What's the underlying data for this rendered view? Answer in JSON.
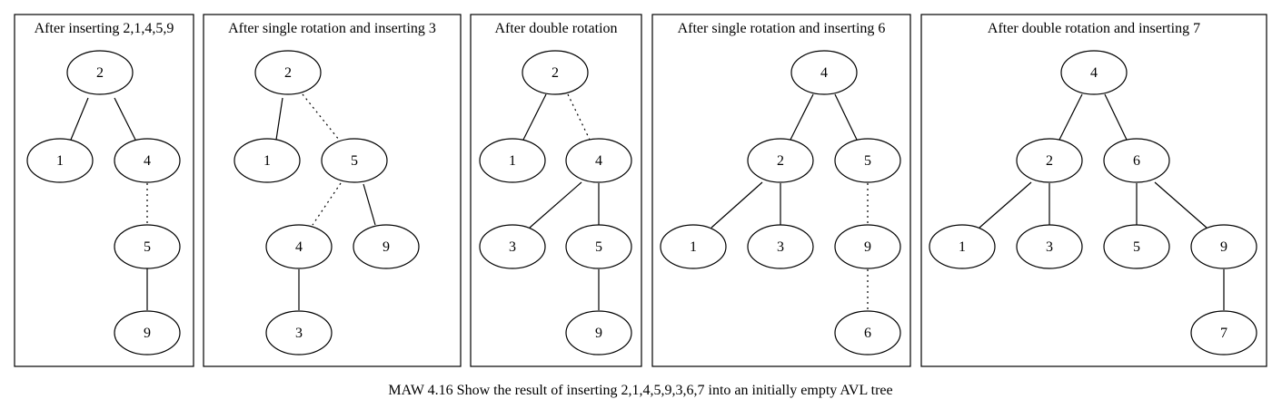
{
  "caption": "MAW 4.16 Show the result of inserting 2,1,4,5,9,3,6,7 into an initially empty AVL tree",
  "panels": [
    {
      "title": "After inserting 2,1,4,5,9",
      "nodes": [
        "2",
        "1",
        "4",
        "5",
        "9"
      ],
      "edges": [
        {
          "from": "2",
          "to": "1",
          "style": "solid"
        },
        {
          "from": "2",
          "to": "4",
          "style": "solid"
        },
        {
          "from": "4",
          "to": "5",
          "style": "dotted"
        },
        {
          "from": "5",
          "to": "9",
          "style": "solid"
        }
      ]
    },
    {
      "title": "After single rotation and inserting 3",
      "nodes": [
        "2",
        "1",
        "5",
        "4",
        "9",
        "3"
      ],
      "edges": [
        {
          "from": "2",
          "to": "1",
          "style": "solid"
        },
        {
          "from": "2",
          "to": "5",
          "style": "dotted"
        },
        {
          "from": "5",
          "to": "4",
          "style": "dotted"
        },
        {
          "from": "5",
          "to": "9",
          "style": "solid"
        },
        {
          "from": "4",
          "to": "3",
          "style": "solid"
        }
      ]
    },
    {
      "title": "After double rotation",
      "nodes": [
        "2",
        "1",
        "4",
        "3",
        "5",
        "9"
      ],
      "edges": [
        {
          "from": "2",
          "to": "1",
          "style": "solid"
        },
        {
          "from": "2",
          "to": "4",
          "style": "dotted"
        },
        {
          "from": "4",
          "to": "3",
          "style": "solid"
        },
        {
          "from": "4",
          "to": "5",
          "style": "solid"
        },
        {
          "from": "5",
          "to": "9",
          "style": "solid"
        }
      ]
    },
    {
      "title": "After single rotation and inserting 6",
      "nodes": [
        "4",
        "2",
        "5",
        "1",
        "3",
        "9",
        "6"
      ],
      "edges": [
        {
          "from": "4",
          "to": "2",
          "style": "solid"
        },
        {
          "from": "4",
          "to": "5",
          "style": "solid"
        },
        {
          "from": "2",
          "to": "1",
          "style": "solid"
        },
        {
          "from": "2",
          "to": "3",
          "style": "solid"
        },
        {
          "from": "5",
          "to": "9",
          "style": "dotted"
        },
        {
          "from": "9",
          "to": "6",
          "style": "dotted"
        }
      ]
    },
    {
      "title": "After double rotation and inserting 7",
      "nodes": [
        "4",
        "2",
        "6",
        "1",
        "3",
        "5",
        "9",
        "7"
      ],
      "edges": [
        {
          "from": "4",
          "to": "2",
          "style": "solid"
        },
        {
          "from": "4",
          "to": "6",
          "style": "solid"
        },
        {
          "from": "2",
          "to": "1",
          "style": "solid"
        },
        {
          "from": "2",
          "to": "3",
          "style": "solid"
        },
        {
          "from": "6",
          "to": "5",
          "style": "solid"
        },
        {
          "from": "6",
          "to": "9",
          "style": "solid"
        },
        {
          "from": "9",
          "to": "7",
          "style": "solid"
        }
      ]
    }
  ]
}
